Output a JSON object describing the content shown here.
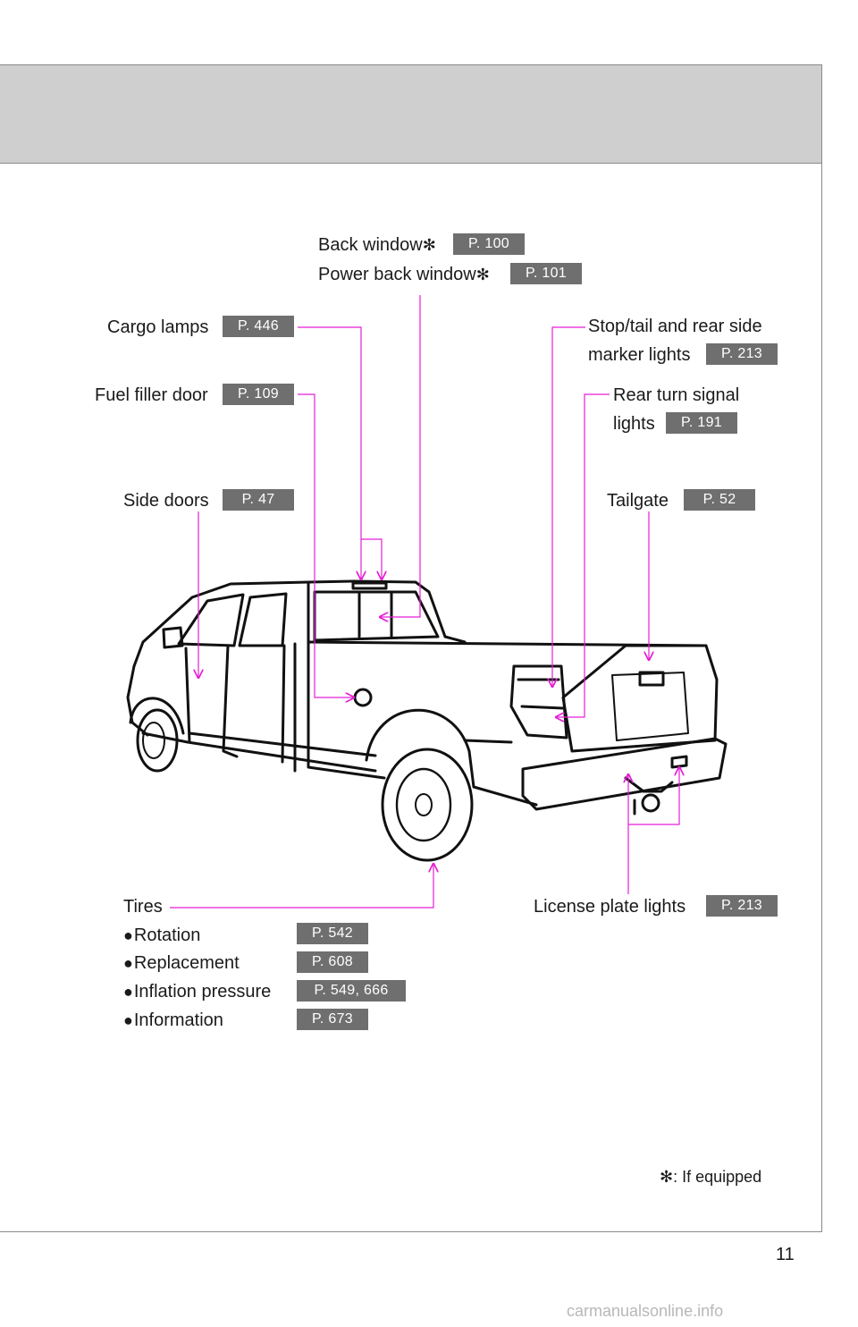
{
  "callouts": {
    "back_window": {
      "label": "Back window",
      "ref": "P. 100"
    },
    "power_back_window": {
      "label": "Power back window",
      "ref": "P. 101"
    },
    "cargo_lamps": {
      "label": "Cargo lamps",
      "ref": "P. 446"
    },
    "fuel_filler_door": {
      "label": "Fuel filler door",
      "ref": "P. 109"
    },
    "side_doors": {
      "label": "Side doors",
      "ref": "P. 47"
    },
    "stop_tail": {
      "line1": "Stop/tail and rear side",
      "line2": "marker lights",
      "ref": "P. 213"
    },
    "rear_turn": {
      "line1": "Rear turn signal",
      "line2": "lights",
      "ref": "P. 191"
    },
    "tailgate": {
      "label": "Tailgate",
      "ref": "P. 52"
    },
    "license_plate": {
      "label": "License plate lights",
      "ref": "P. 213"
    }
  },
  "tires": {
    "title": "Tires",
    "items": [
      {
        "label": "Rotation",
        "ref": "P. 542"
      },
      {
        "label": "Replacement",
        "ref": "P. 608"
      },
      {
        "label": "Inflation pressure",
        "ref": "P. 549, 666"
      },
      {
        "label": "Information",
        "ref": "P. 673"
      }
    ]
  },
  "asterisk": "✻",
  "bullet": "●",
  "footnote": ": If equipped",
  "page_number": "11",
  "watermark": "carmanualsonline.info",
  "colors": {
    "leader": "#e61fd6",
    "ref_bg": "#6f6f6f",
    "band": "#cfcfcf"
  }
}
